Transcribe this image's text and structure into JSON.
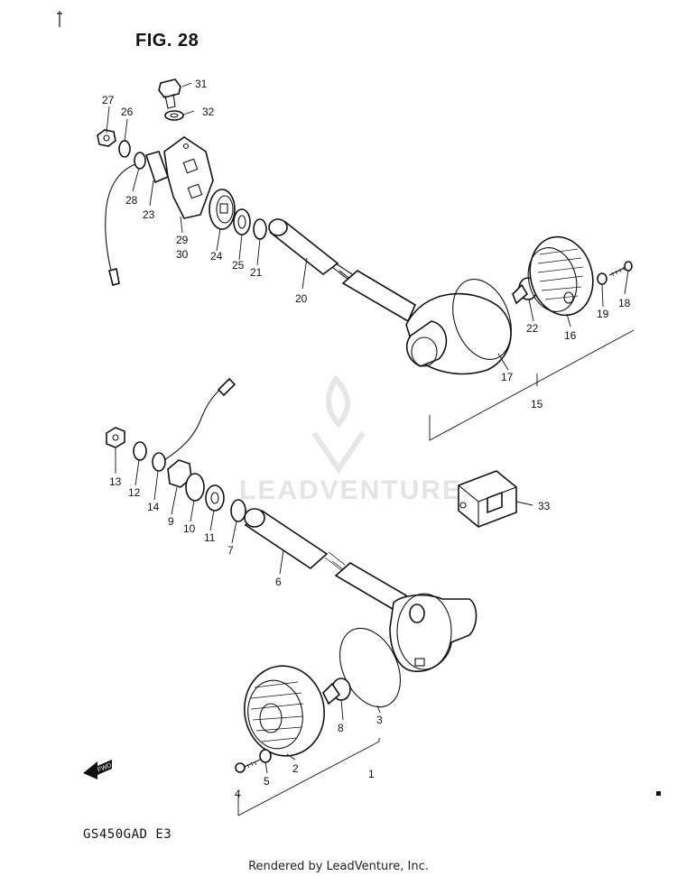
{
  "figure_title": "FIG. 28",
  "model_code": "GS450GAD  E3",
  "footer": "Rendered by LeadVenture, Inc.",
  "watermark": "LEADVENTURE",
  "fwd_label": "FWD",
  "callouts": [
    "1",
    "2",
    "3",
    "4",
    "5",
    "6",
    "7",
    "8",
    "9",
    "10",
    "11",
    "12",
    "13",
    "14",
    "15",
    "16",
    "17",
    "18",
    "19",
    "20",
    "21",
    "22",
    "23",
    "24",
    "25",
    "26",
    "27",
    "28",
    "29",
    "30",
    "31",
    "32",
    "33"
  ]
}
